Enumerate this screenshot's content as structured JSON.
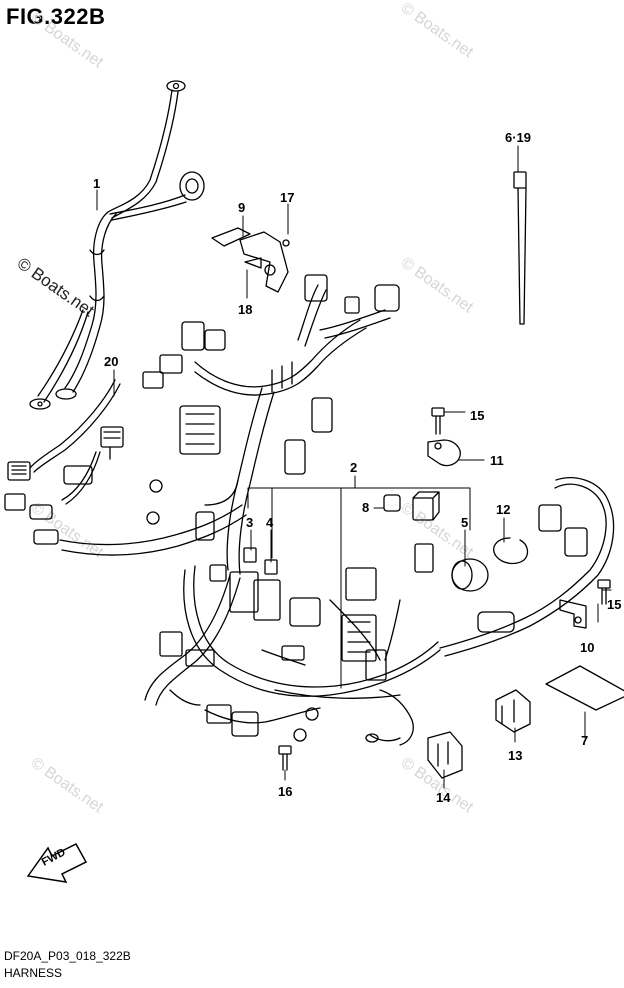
{
  "figure": {
    "title": "FIG.322B"
  },
  "watermark": {
    "text": "© Boats.net"
  },
  "fwd_label": "FWD",
  "callouts": [
    "1",
    "2",
    "3",
    "4",
    "5",
    "6·19",
    "7",
    "8",
    "9",
    "10",
    "11",
    "12",
    "13",
    "14",
    "15",
    "15",
    "16",
    "17",
    "18",
    "20"
  ],
  "footer": {
    "code": "DF20A_P03_018_322B",
    "caption": "HARNESS"
  }
}
